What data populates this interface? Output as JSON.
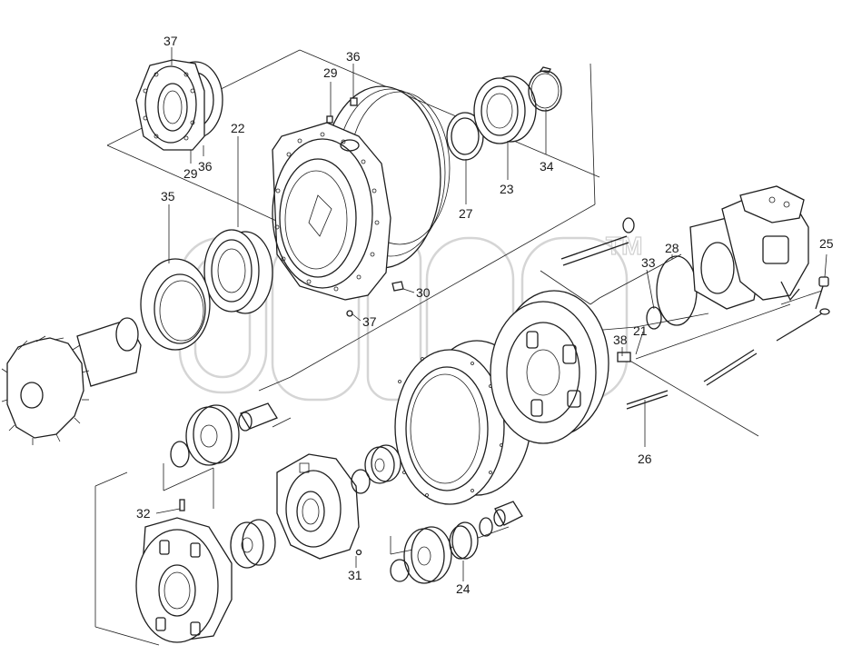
{
  "watermark": {
    "text": "unicab",
    "trademark": "TM",
    "color": "#d5d5d5"
  },
  "colors": {
    "line": "#1e1e1e",
    "background": "#ffffff"
  },
  "callouts": {
    "c21": "21",
    "c22": "22",
    "c23": "23",
    "c24": "24",
    "c25": "25",
    "c26": "26",
    "c27": "27",
    "c28": "28",
    "c29a": "29",
    "c29b": "29",
    "c30": "30",
    "c31": "31",
    "c32": "32",
    "c33": "33",
    "c34": "34",
    "c35": "35",
    "c36a": "36",
    "c36b": "36",
    "c37a": "37",
    "c37b": "37",
    "c38": "38"
  }
}
